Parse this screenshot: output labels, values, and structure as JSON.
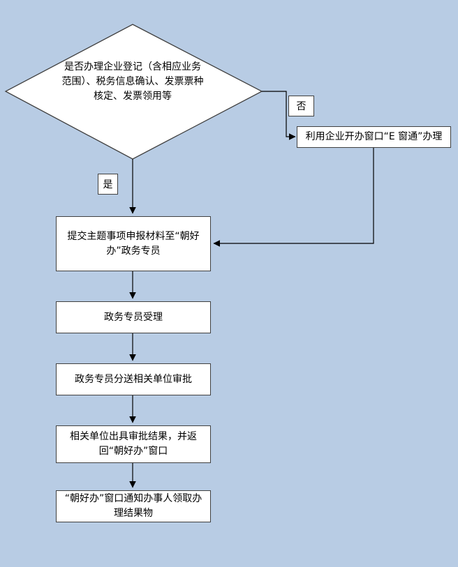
{
  "colors": {
    "background": "#b8cce4",
    "node_fill": "#ffffff",
    "node_border": "#404040",
    "connector": "#000000",
    "text": "#000000"
  },
  "diagram": {
    "type": "flowchart",
    "decision": "是否办理企业登记（含相应业务范围）、税务信息确认、发票票种核定、发票领用等",
    "edge_labels": {
      "no": "否",
      "yes": "是"
    },
    "boxes": {
      "ewindow": "利用企业开办窗口“E 窗通”办理",
      "submit": "提交主题事项申报材料至“朝好办”政务专员",
      "accept": "政务专员受理",
      "dispatch": "政务专员分送相关单位审批",
      "result": "相关单位出具审批结果，并返回“朝好办”窗口",
      "notify": "“朝好办”窗口通知办事人领取办理结果物"
    }
  }
}
